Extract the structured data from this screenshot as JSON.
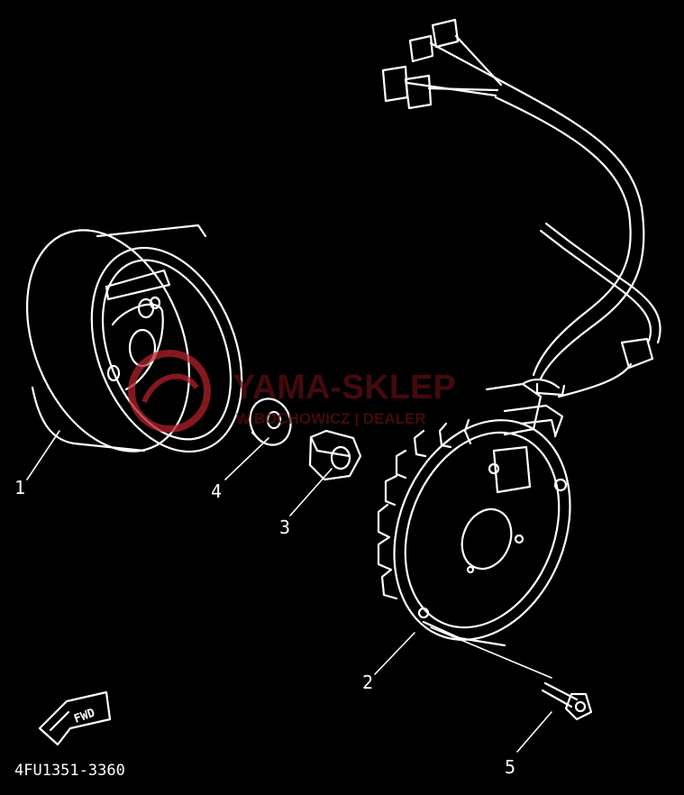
{
  "diagram": {
    "background": "#000000",
    "line_color": "#ffffff",
    "drawing_code": "4FU1351-3360",
    "fwd_label": "FWD",
    "callouts": [
      {
        "id": "rotor",
        "label": "1"
      },
      {
        "id": "stator",
        "label": "2"
      },
      {
        "id": "nut",
        "label": "3"
      },
      {
        "id": "washer",
        "label": "4"
      },
      {
        "id": "screw",
        "label": "5"
      }
    ]
  },
  "watermark": {
    "title": "YAMA-SKLEP",
    "subtitle": "W.BOCHOWICZ | DEALER",
    "color": "#b0202a"
  }
}
